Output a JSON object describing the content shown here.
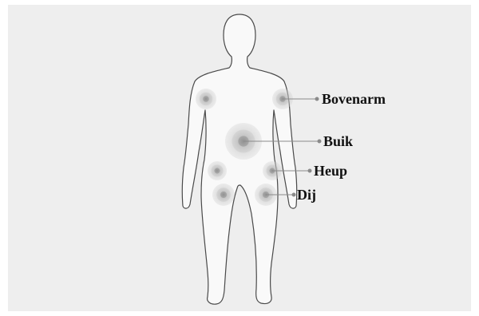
{
  "labels": {
    "upper_arm": "Bovenarm",
    "abdomen": "Buik",
    "hip": "Heup",
    "thigh": "Dij"
  },
  "colors": {
    "background": "#eeeeee",
    "body_fill": "#f9f9f9",
    "body_outline": "#4a4a4a",
    "marker": "#8c8c8c",
    "connector": "#8a8a8a"
  }
}
